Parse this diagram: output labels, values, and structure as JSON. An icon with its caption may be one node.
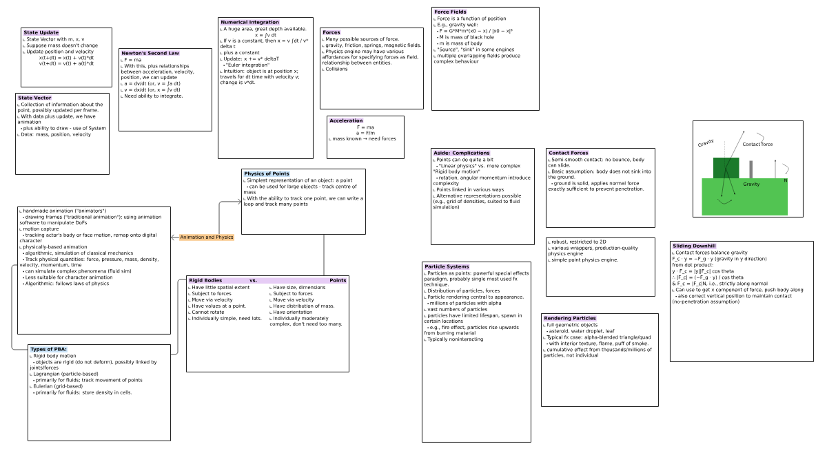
{
  "diagram": {
    "nodes": [
      {
        "text": [
          "State Update",
          "State Vector with m, x, v",
          "Suppose mass doesn't change",
          "Update position and velocity",
          "x(t+dt) = x(t) + v(t)*dt",
          "v(t+dt) = v(t) + a(t)*dt"
        ]
      },
      {
        "text": [
          "State Vector",
          "Collection of information about the point, possibly updated per frame.",
          "With data plus update, we have animation",
          "plus ability to draw - use of System",
          "Data: mass, position, velocity"
        ]
      },
      {
        "text": [
          "Newton's Second Law",
          "F = ma",
          "With this, plus relationships between acceleration, velocity, position, we can update",
          "a = dv/dt (or, v = ∫a dt)",
          "v = dx/dt (or, x = ∫v dt)",
          "Need ability to integrate."
        ]
      },
      {
        "text": [
          "Numerical Integration",
          "A huge area, great depth available.",
          "x = ∫v dt",
          "If v is a constant, then x = v ∫dt / v* delta t",
          "plus a constant",
          "Update: x += v* deltaT",
          "\"Euler integration\"",
          "Intuition: object is at position x; travels for dt time with velocity v; change is v*dt."
        ]
      },
      {
        "text": [
          "Forces",
          "Many possible sources of force.",
          "gravity, friction, springs, magnetic fields.",
          "Physics engine may have various affordances for specifying forces as field, relationship between entities.",
          "Collisions"
        ]
      },
      {
        "text": [
          "Acceleration",
          "F = ma",
          "a = F/m",
          "mass known → need forces"
        ]
      },
      {
        "text": [
          "Force Fields",
          "Force is a function of position",
          "E.g., gravity well:",
          "F = G*M*m*(x0 − x) / |x0 − x|³",
          "M is mass of black hole",
          "m is mass of body",
          "\"Source\", \"sink\" in some engines",
          "multiple overlapping fields produce complex behaviour"
        ]
      },
      {
        "text": [
          "Physics of Points",
          "Simplest representation of an object: a point",
          "can be used for large objects - track centre of mass",
          "With the ability to track one point, we can write a loop and track many points"
        ]
      },
      {
        "text": [
          "handmade animation (\"animators\")",
          "drawing frames (\"traditional animation\"); using animation software to manipulate DoFs",
          "motion capture",
          "tracking actor's body or face motion, remap onto digital character",
          "physically-based animation",
          "algorithmic, simulation of classical mechanics",
          "Track physical quantities: force, pressure, mass, density, velocity, momentum, time",
          "can simulate complex phenomena (fluid sim)",
          "Less suitable for character animation",
          "Algorithmic: follows laws of physics"
        ]
      },
      {
        "text": [
          "Animation and Physics"
        ]
      },
      {
        "text": [
          "Types of PBA:",
          "Rigid body motion",
          "objects are rigid (do not deform), possibly linked by joints/forces",
          "Lagrangian (particle-based)",
          "primarily for fluids; track movement of points",
          "Eulerian (grid-based)",
          "primarily for fluids: store density in cells."
        ]
      },
      {
        "text": [
          "Rigid Bodies",
          "vs.",
          "Points",
          "Have little spatial extent",
          "Subject to forces",
          "Move via velocity",
          "Have values at a point.",
          "Cannot rotate",
          "Individually simple, need lots.",
          "Have size, dimensions",
          "Subject to forces",
          "Move via velocity",
          "Have distribution of mass.",
          "Have orientation",
          "Individually moderately complex, don't need too many."
        ]
      },
      {
        "text": [
          "Aside: Complications",
          "Points can do quite a bit",
          "\"Linear physics\" vs. more complex \"Rigid body motion\"",
          "rotation, angular momentum introduce complexity",
          "Points linked in various ways",
          "Alternative representations possible (e.g., grid of densities, suited to fluid simulation)"
        ]
      },
      {
        "text": [
          "Contact Forces",
          "Semi-smooth contact: no bounce, body can slide.",
          "Basic assumption: body does not sink into the ground.",
          "ground is solid, applies normal force exactly sufficient to prevent penetration."
        ]
      },
      {
        "text": [
          "Gravity",
          "Contact force",
          "Gravity",
          "N"
        ]
      },
      {
        "text": [
          "robust, restricted to 2D",
          "various wrappers, production-quality physics engine",
          "simple point physics engine."
        ]
      },
      {
        "text": [
          "Sliding Downhill",
          "Contact forces balance gravity",
          "F_c · y = −F_g · y (gravity in y direction)",
          "from dot product:",
          "y · F_c = |y||F_c| cos theta",
          "∴ |F_c| = (−F_g · y) / cos theta",
          "& F_c = |F_c|N, i.e., strictly along normal",
          "Can use to get x component of force, push body along",
          "also correct vertical position to maintain contact (no-penetration assumption)"
        ]
      },
      {
        "text": [
          "Particle Systems",
          "Particles as points: powerful special effects paradigm, probably single most used fx technique.",
          "Distribution of particles, forces",
          "Particle rendering central to appearance.",
          "millions of particles with alpha",
          "vast numbers of particles",
          "particles have limited lifespan, spawn in certain locations",
          "e.g., fire effect, particles rise upwards from burning material",
          "Typically noninteracting"
        ]
      },
      {
        "text": [
          "Rendering Particles",
          "full geometric objects",
          "asteroid, water droplet, leaf",
          "Typical fx case: alpha-blended triangle/quad",
          "with interior texture, flame, puff of smoke.",
          "cumulative effect from thousands/millions of particles, not individual"
        ]
      }
    ],
    "edges": [
      {
        "from": 9,
        "to": 8,
        "arrow": "to"
      },
      {
        "from": 9,
        "to": 7,
        "arrow": "to"
      },
      {
        "from": 7,
        "to": 11,
        "arrow": "none"
      },
      {
        "from": 11,
        "to": 10,
        "arrow": "none"
      },
      {
        "from": 8,
        "to": 10,
        "arrow": "none"
      }
    ]
  }
}
